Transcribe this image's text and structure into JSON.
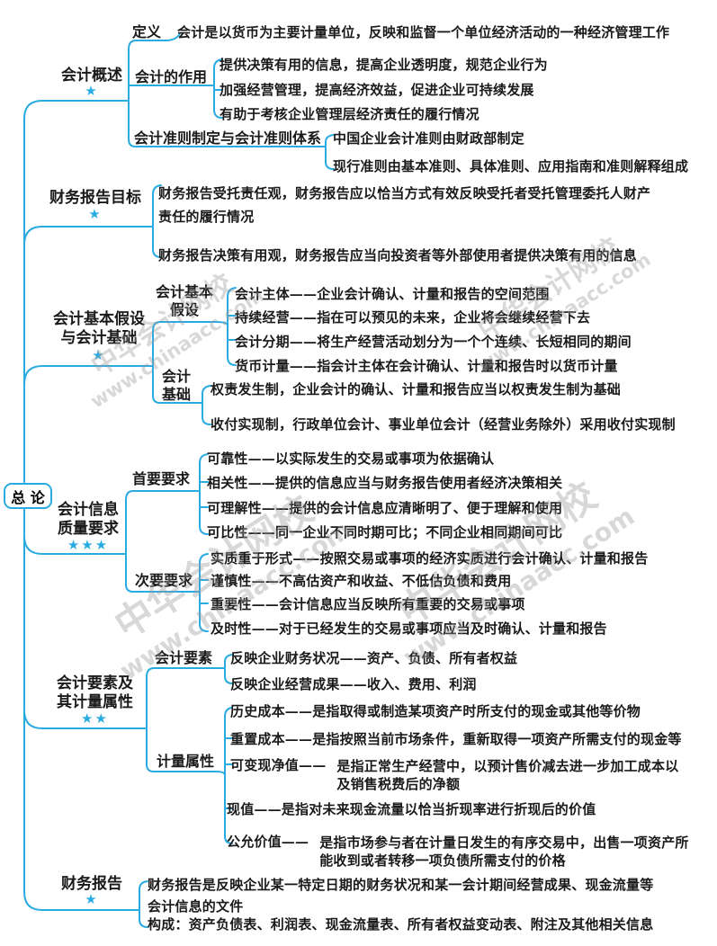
{
  "root_label": "总 论",
  "watermark": {
    "name": "中华会计网校",
    "url": "www.chinaacc.com"
  },
  "colors": {
    "line": "#29ABE2",
    "text": "#1a1a1a"
  },
  "b1": {
    "label": "会计概述",
    "stars": "★",
    "definition": {
      "label": "定义",
      "text": "会计是以货币为主要计量单位，反映和监督一个单位经济活动的一种经济管理工作"
    },
    "role": {
      "label": "会计的作用",
      "items": [
        "提供决策有用的信息，提高企业透明度，规范企业行为",
        "加强经营管理，提高经济效益，促进企业可持续发展",
        "有助于考核企业管理层经济责任的履行情况"
      ]
    },
    "standards": {
      "label": "会计准则制定与会计准则体系",
      "items": [
        "中国企业会计准则由财政部制定",
        "现行准则由基本准则、具体准则、应用指南和准则解释组成"
      ]
    }
  },
  "b2": {
    "label": "财务报告目标",
    "stars": "★",
    "items": [
      "财务报告受托责任观，财务报告应以恰当方式有效反映受托者受托管理委托人财产\n责任的履行情况",
      "财务报告决策有用观，财务报告应当向投资者等外部使用者提供决策有用的信息"
    ]
  },
  "b3": {
    "label": "会计基本假设\n与会计基础",
    "stars": "★",
    "assumptions": {
      "label": "会计基本\n假设",
      "items": [
        "会计主体——企业会计确认、计量和报告的空间范围",
        "持续经营——指在可以预见的未来，企业将会继续经营下去",
        "会计分期——将生产经营活动划分为一个个连续、长短相同的期间",
        "货币计量——指会计主体在会计确认、计量和报告时以货币计量"
      ]
    },
    "basis": {
      "label": "会计\n基础",
      "items": [
        "权责发生制，企业会计的确认、计量和报告应当以权责发生制为基础",
        "收付实现制，行政单位会计、事业单位会计（经营业务除外）采用收付实现制"
      ]
    }
  },
  "b4": {
    "label": "会计信息\n质量要求",
    "stars": "★★★",
    "primary": {
      "label": "首要要求",
      "items": [
        "可靠性——以实际发生的交易或事项为依据确认",
        "相关性——提供的信息应当与财务报告使用者经济决策相关",
        "可理解性——提供的会计信息应清晰明了、便于理解和使用",
        "可比性——同一企业不同时期可比；不同企业相同期间可比"
      ]
    },
    "secondary": {
      "label": "次要要求",
      "items": [
        "实质重于形式——按照交易或事项的经济实质进行会计确认、计量和报告",
        "谨慎性——不高估资产和收益、不低估负债和费用",
        "重要性——会计信息应当反映所有重要的交易或事项",
        "及时性——对于已经发生的交易或事项应当及时确认、计量和报告"
      ]
    }
  },
  "b5": {
    "label": "会计要素及\n其计量属性",
    "stars": "★★",
    "elements": {
      "label": "会计要素",
      "items": [
        "反映企业财务状况——资产、负债、所有者权益",
        "反映企业经营成果——收入、费用、利润"
      ]
    },
    "attributes": {
      "label": "计量属性",
      "historical": "历史成本——是指取得或制造某项资产时所支付的现金或其他等价物",
      "replacement": "重置成本——是指按照当前市场条件，重新取得一项资产所需支付的现金等",
      "nrv_term": "可变现净值——",
      "nrv_desc": "是指正常生产经营中，以预计售价减去进一步加工成本以\n及销售税费后的净额",
      "present_value": "现值——是指对未来现金流量以恰当折现率进行折现后的价值",
      "fv_term": "公允价值——",
      "fv_desc": "是指市场参与者在计量日发生的有序交易中，出售一项资产所\n能收到或者转移一项负债所需支付的价格"
    }
  },
  "b6": {
    "label": "财务报告",
    "stars": "★",
    "items": [
      "财务报告是反映企业某一特定日期的财务状况和某一会计期间经营成果、现金流量等\n会计信息的文件",
      "构成：资产负债表、利润表、现金流量表、所有者权益变动表、附注及其他相关信息"
    ]
  }
}
